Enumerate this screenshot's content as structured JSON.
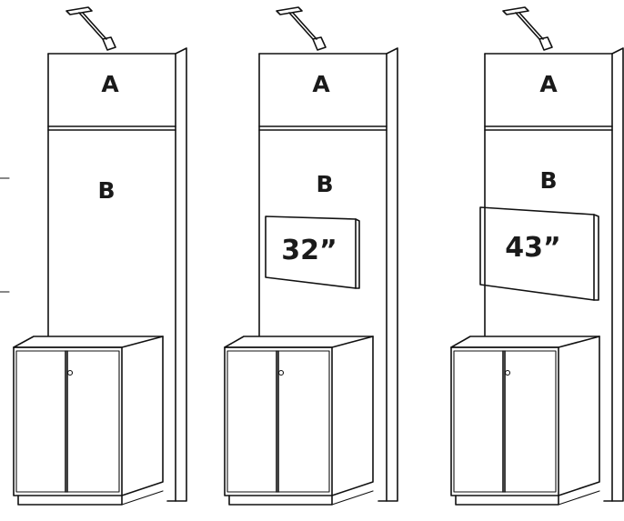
{
  "units": [
    {
      "panel_a": "A",
      "panel_b": "B",
      "screen": ""
    },
    {
      "panel_a": "A",
      "panel_b": "B",
      "screen": "32”"
    },
    {
      "panel_a": "A",
      "panel_b": "B",
      "screen": "43”"
    }
  ],
  "icons": {
    "lamp": "spotlight-lamp-icon",
    "door_knob": "door-knob-icon"
  }
}
